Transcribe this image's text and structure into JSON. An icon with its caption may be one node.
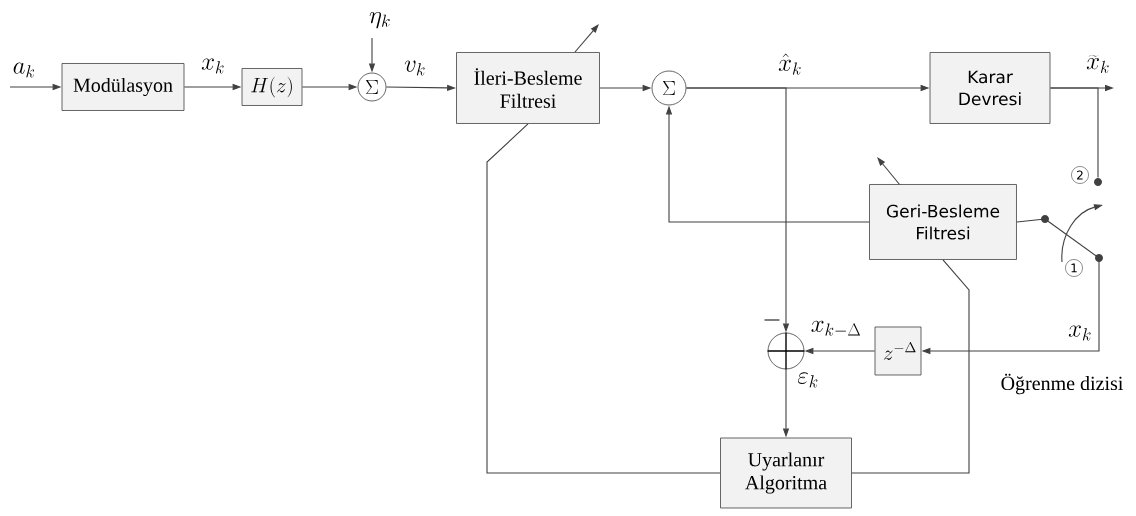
{
  "diagram": {
    "nodes": [
      {
        "text": [
          "Modülasyon"
        ]
      },
      {
        "text": [
          "H(z)"
        ]
      },
      {
        "text": [
          "\\Sigma"
        ]
      },
      {
        "text": [
          "İleri-Besleme Filtresi"
        ]
      },
      {
        "text": [
          "\\Sigma"
        ]
      },
      {
        "text": [
          "Karar Devresi"
        ]
      },
      {
        "text": [
          "Geri-Besleme Filtresi"
        ]
      },
      {
        "text": [],
        "shape": "circle"
      },
      {
        "text": [
          "z^{-\\Delta}"
        ]
      },
      {
        "text": [
          "Uyarlanır Algoritma"
        ]
      },
      {
        "text": [],
        "shape": "circle"
      },
      {
        "text": [],
        "shape": "circle",
        "beside": [
          "2"
        ]
      },
      {
        "text": [],
        "shape": "circle",
        "beside": [
          "1"
        ]
      }
    ],
    "edges": [
      {
        "from": null,
        "to": 0,
        "arrow": "to",
        "label": "a_k"
      },
      {
        "from": 0,
        "to": 1,
        "arrow": "to",
        "label": "x_k"
      },
      {
        "from": 1,
        "to": 2,
        "arrow": "to"
      },
      {
        "from": null,
        "to": 2,
        "arrow": "to",
        "label": "\\eta_k"
      },
      {
        "from": 2,
        "to": 3,
        "arrow": "to",
        "label": "v_k"
      },
      {
        "from": 3,
        "to": 4,
        "arrow": "to"
      },
      {
        "from": 4,
        "to": 5,
        "arrow": "to",
        "label": "\\hat{x}_k"
      },
      {
        "from": 5,
        "to": null,
        "arrow": "to",
        "label": "\\widetilde{x}_k"
      },
      {
        "from": 5,
        "to": 11,
        "arrow": "none"
      },
      {
        "from": 4,
        "to": 7,
        "arrow": "to",
        "label": "-"
      },
      {
        "from": 6,
        "to": 4,
        "arrow": "to"
      },
      {
        "from": 6,
        "to": 10,
        "arrow": "none"
      },
      {
        "from": 10,
        "to": 12,
        "arrow": "none"
      },
      {
        "from": 12,
        "to": 8,
        "arrow": "to",
        "label": "x_k"
      },
      {
        "from": 8,
        "to": 7,
        "arrow": "to",
        "label": "x_{k-\\Delta}"
      },
      {
        "from": 7,
        "to": 9,
        "arrow": "to",
        "label": "\\varepsilon_k"
      },
      {
        "from": 9,
        "to": 3,
        "arrow": "none"
      },
      {
        "from": 9,
        "to": 6,
        "arrow": "none"
      }
    ],
    "labels": [
      "Öğrenme dizisi"
    ]
  }
}
